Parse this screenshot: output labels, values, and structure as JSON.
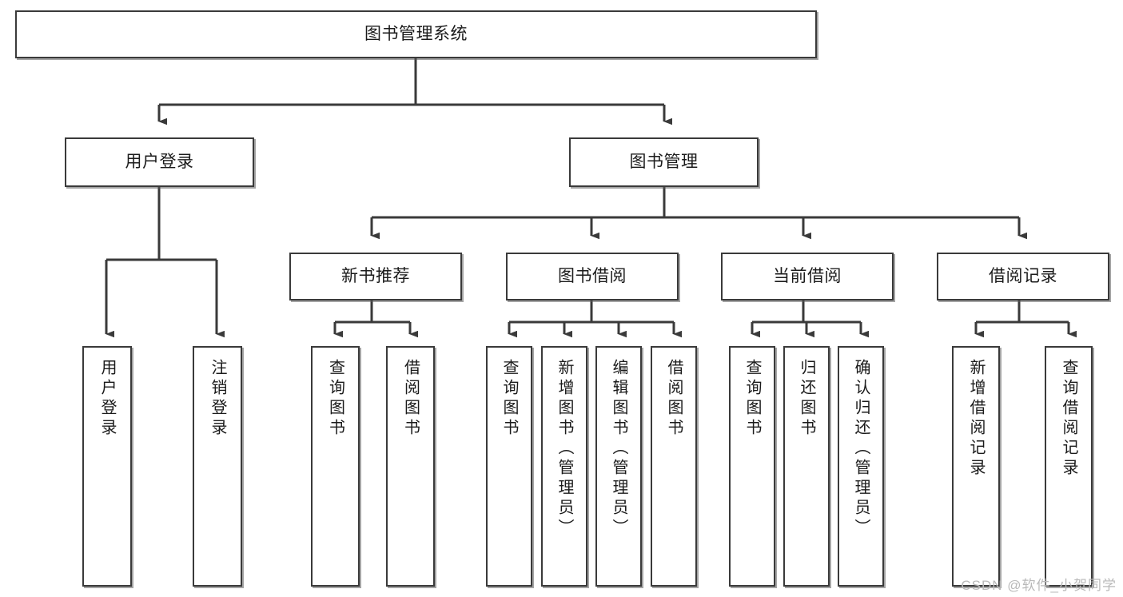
{
  "diagram": {
    "title": "图书管理系统",
    "type": "tree",
    "watermark": "CSDN @软件_小贺同学",
    "colors": {
      "box_border": "#3a3a3a",
      "box_fill": "#ffffff",
      "edge": "#3a3a3a",
      "text": "#1b1b1b",
      "watermark": "#b9b9b9",
      "background": "#ffffff"
    },
    "levels": {
      "root": {
        "label": "图书管理系统"
      },
      "level2": [
        {
          "id": "user-login",
          "label": "用户登录"
        },
        {
          "id": "book-manage",
          "label": "图书管理"
        }
      ],
      "level3": [
        {
          "id": "new-book-recommend",
          "label": "新书推荐"
        },
        {
          "id": "book-borrow",
          "label": "图书借阅"
        },
        {
          "id": "current-borrow",
          "label": "当前借阅"
        },
        {
          "id": "borrow-record",
          "label": "借阅记录"
        }
      ],
      "leaves": [
        {
          "id": "leaf-user-login",
          "label": "用户登录",
          "parent": "user-login"
        },
        {
          "id": "leaf-user-logout",
          "label": "注销登录",
          "parent": "user-login"
        },
        {
          "id": "leaf-query-book-1",
          "label": "查询图书",
          "parent": "new-book-recommend"
        },
        {
          "id": "leaf-borrow-book-1",
          "label": "借阅图书",
          "parent": "new-book-recommend"
        },
        {
          "id": "leaf-query-book-2",
          "label": "查询图书",
          "parent": "book-borrow"
        },
        {
          "id": "leaf-add-book",
          "label": "新增图书（管理员）",
          "parent": "book-borrow"
        },
        {
          "id": "leaf-edit-book",
          "label": "编辑图书（管理员）",
          "parent": "book-borrow"
        },
        {
          "id": "leaf-borrow-book-2",
          "label": "借阅图书",
          "parent": "book-borrow"
        },
        {
          "id": "leaf-query-book-3",
          "label": "查询图书",
          "parent": "current-borrow"
        },
        {
          "id": "leaf-return-book",
          "label": "归还图书",
          "parent": "current-borrow"
        },
        {
          "id": "leaf-confirm-return",
          "label": "确认归还（管理员）",
          "parent": "current-borrow"
        },
        {
          "id": "leaf-add-record",
          "label": "新增借阅记录",
          "parent": "borrow-record"
        },
        {
          "id": "leaf-query-record",
          "label": "查询借阅记录",
          "parent": "borrow-record"
        }
      ]
    }
  }
}
